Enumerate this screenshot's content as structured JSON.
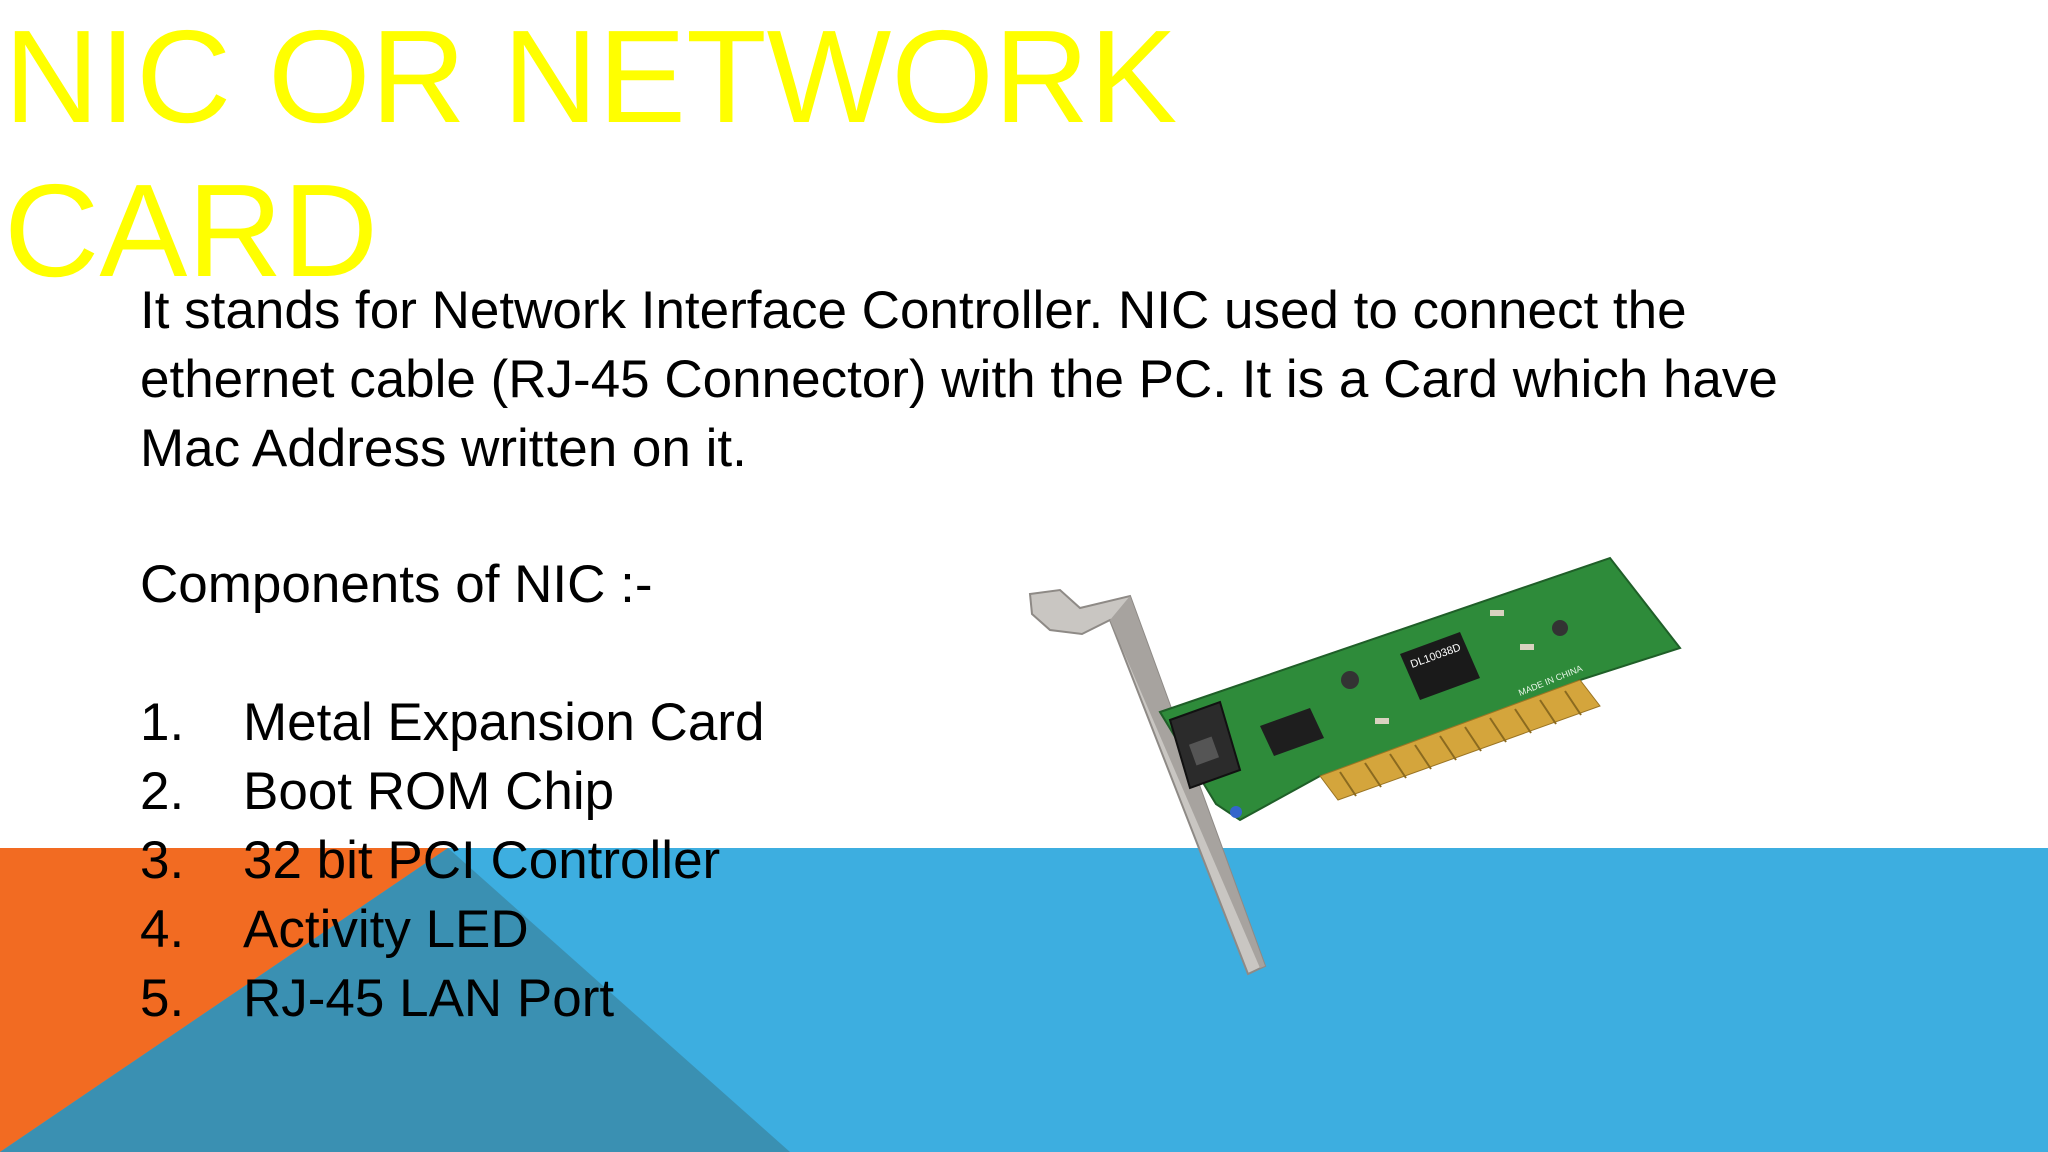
{
  "slide": {
    "title_line1": "NIC OR NETWORK",
    "title_line2": "CARD",
    "paragraph_lines": [
      "It stands for Network Interface Controller. NIC used to connect the",
      "ethernet cable (RJ-45 Connector) with the PC. It is a Card which have",
      "Mac Address written on it."
    ],
    "components_heading": "Components of NIC :-",
    "components": [
      {
        "num": "1.",
        "label": "Metal Expansion Card"
      },
      {
        "num": "2.",
        "label": "Boot ROM Chip"
      },
      {
        "num": "3.",
        "label": "32 bit PCI Controller"
      },
      {
        "num": "4.",
        "label": "Activity LED"
      },
      {
        "num": "5.",
        "label": "RJ-45 LAN Port"
      }
    ],
    "image_chip_label": "DL10038D",
    "image_made_in": "MADE IN CHINA"
  },
  "colors": {
    "title": "#ffff00",
    "blue_band": "#3daee0",
    "orange": "#f26b22",
    "dark_triangle": "#3a90b2",
    "pcb_green": "#2e8b3a"
  }
}
